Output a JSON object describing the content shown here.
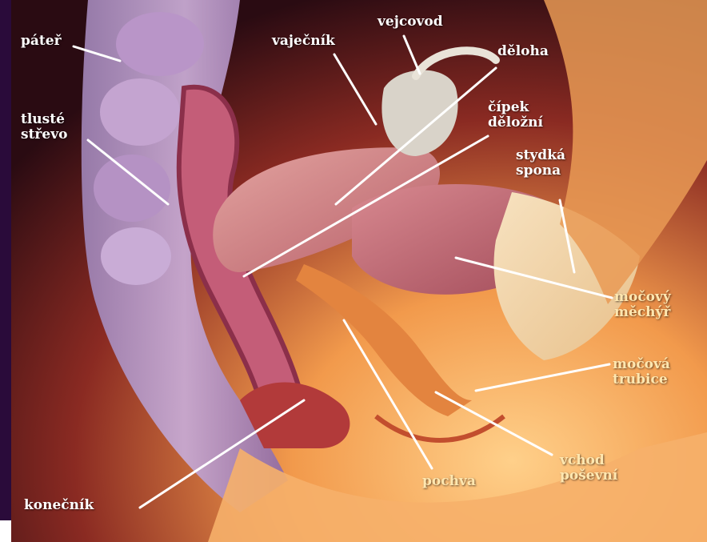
{
  "colors": {
    "frame": "#2a0b3a",
    "background_light": "#f3b266",
    "background_dark": "#2a0b12",
    "label_white": "#ffffff",
    "label_cream": "#ffe7b0",
    "leader_line": "#ffffff"
  },
  "labels": {
    "pater": "páteř",
    "tluste_line1": "tlusté",
    "tluste_line2": "střevo",
    "vajecnik": "vaječník",
    "vejcovod": "vejcovod",
    "deloha": "děloha",
    "cipek_line1": "čípek",
    "cipek_line2": "děložní",
    "stydka_line1": "stydká",
    "stydka_line2": "spona",
    "mocovy_line1": "močový",
    "mocovy_line2": "měchýř",
    "mocova_line1": "močová",
    "mocova_line2": "trubice",
    "vchod_line1": "vchod",
    "vchod_line2": "poševní",
    "pochva": "pochva",
    "konecnik": "konečník"
  }
}
